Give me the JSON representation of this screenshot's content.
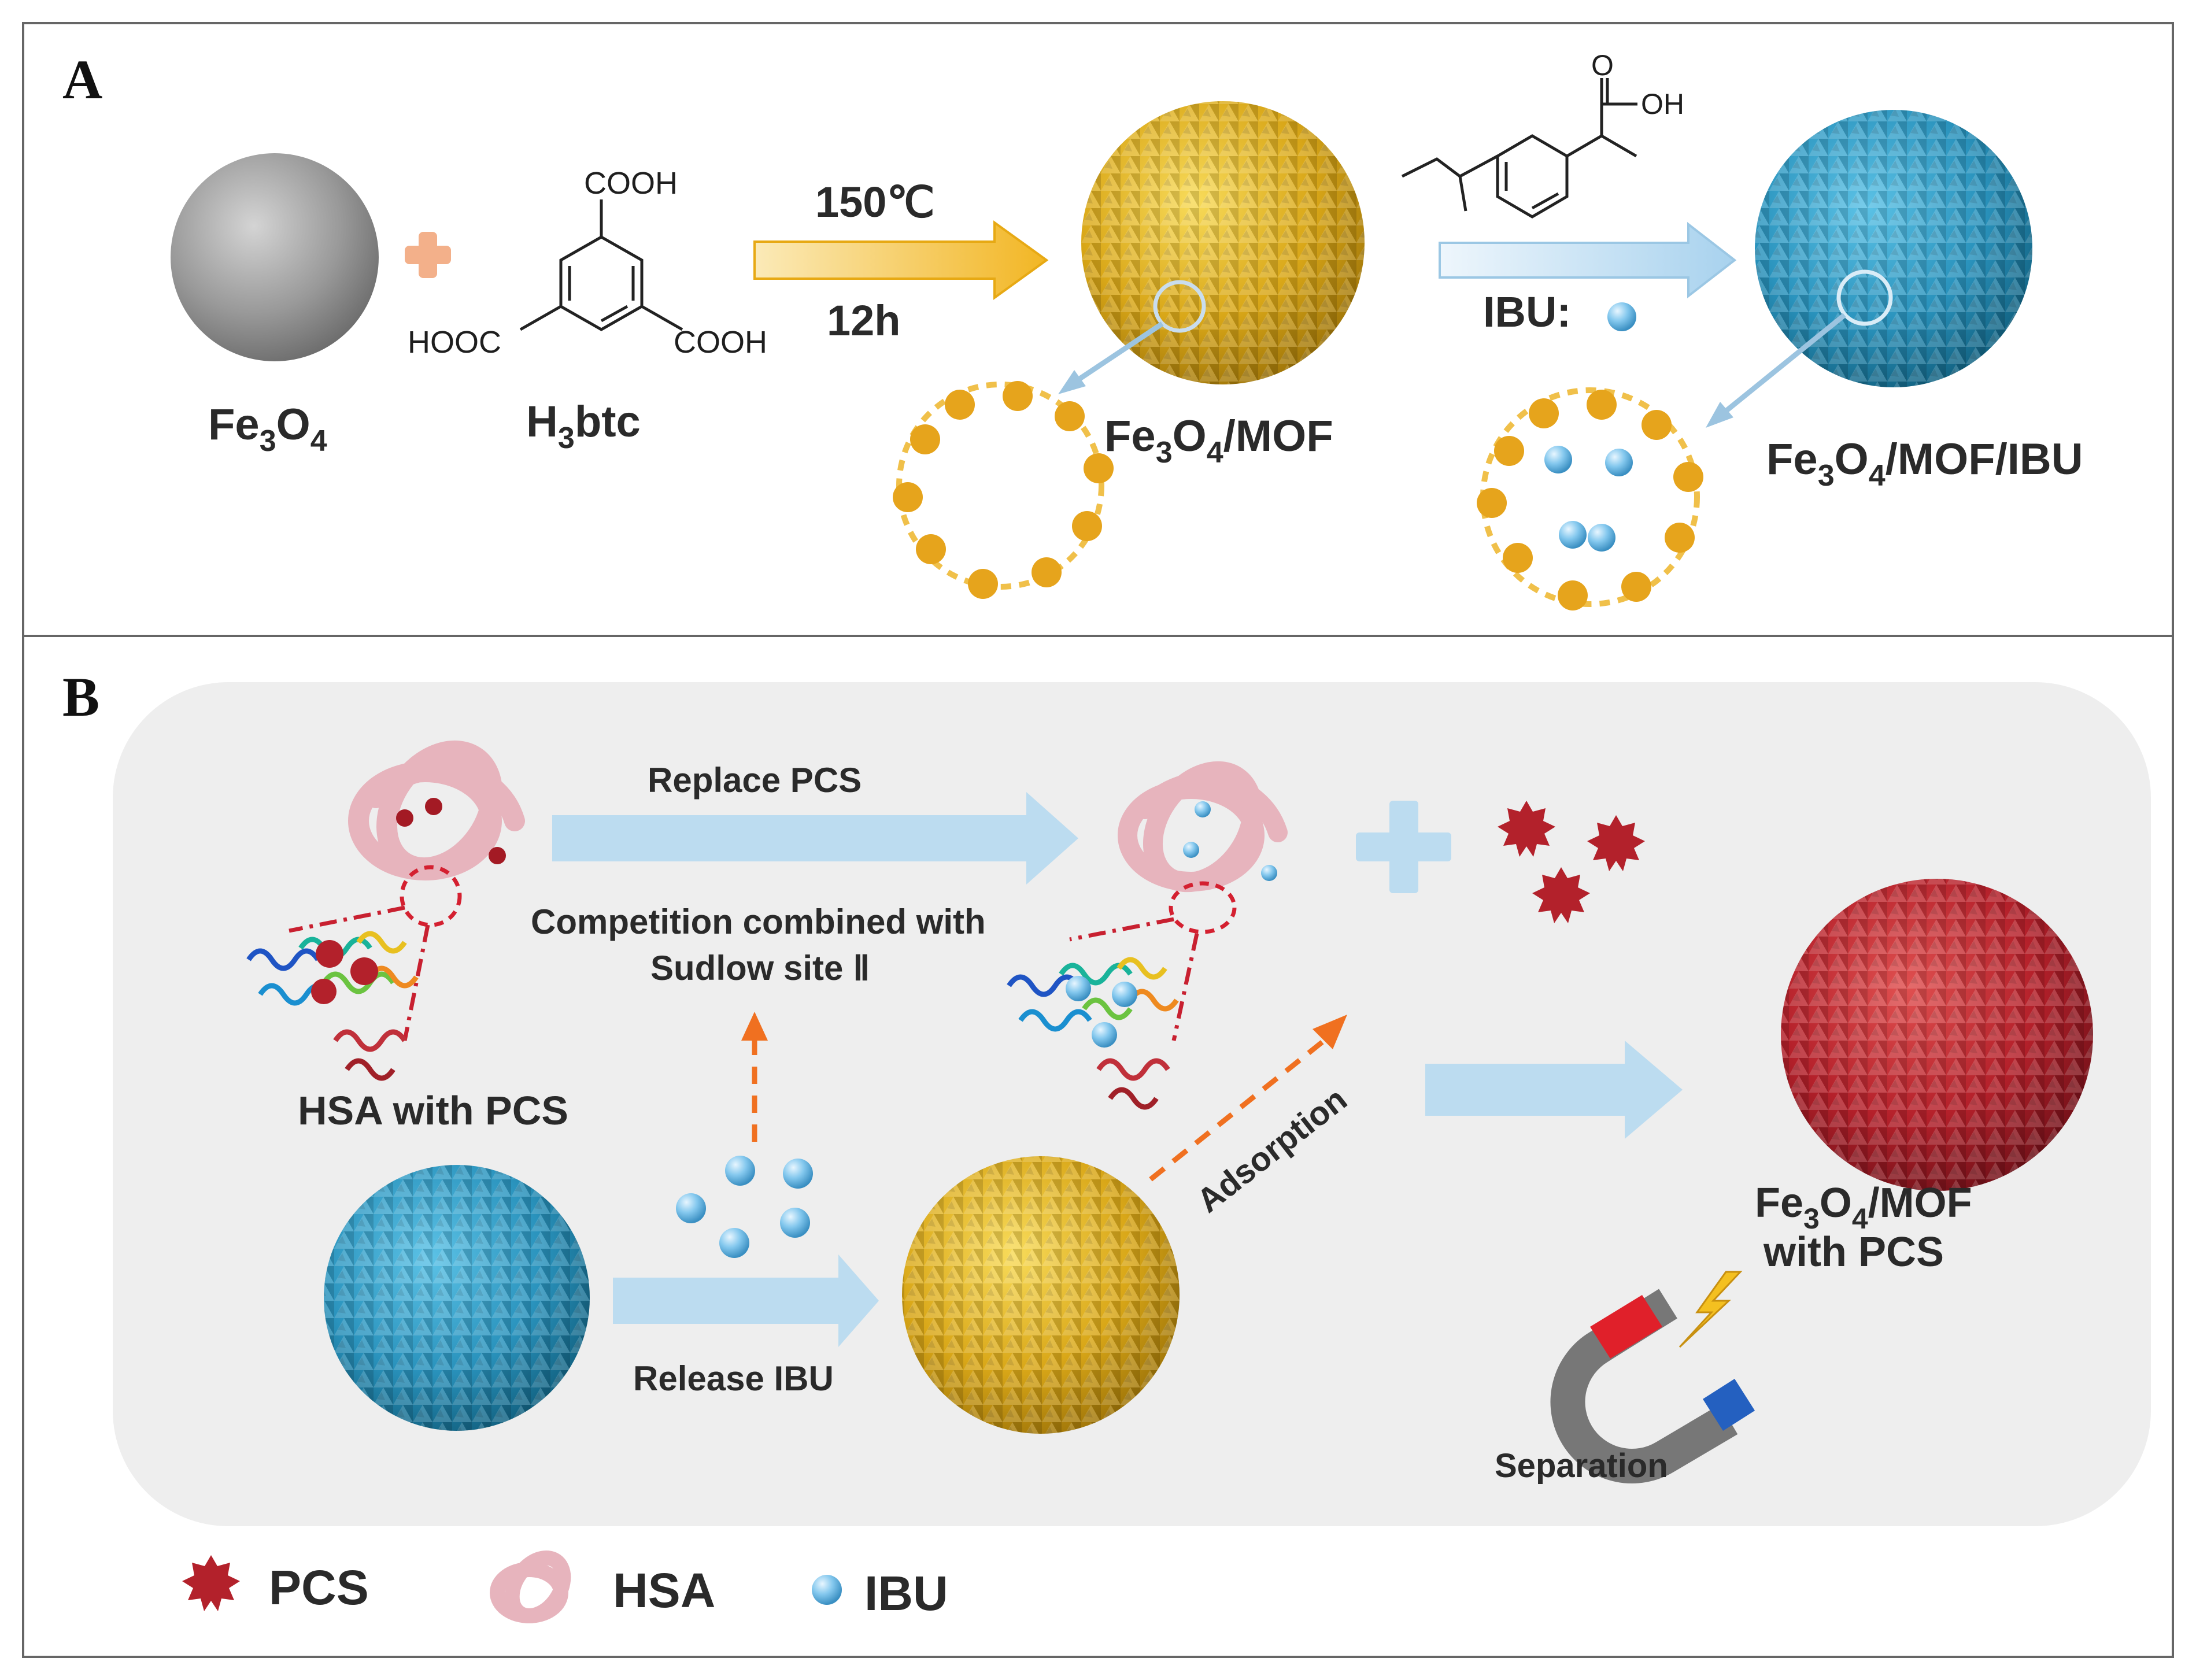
{
  "panels": {
    "a": {
      "letter": "A"
    },
    "b": {
      "letter": "B"
    }
  },
  "panel_a": {
    "fe3o4_label": {
      "base": "Fe",
      "sub1": "3",
      "mid": "O",
      "sub2": "4"
    },
    "h3btc_label": {
      "base": "H",
      "sub": "3",
      "rest": "btc"
    },
    "h3btc_groups": {
      "top": "COOH",
      "left": "HOOC",
      "right": "COOH"
    },
    "step1": {
      "temperature": "150℃",
      "time": "12h"
    },
    "mof_label": {
      "base": "Fe",
      "sub1": "3",
      "mid": "O",
      "sub2": "4",
      "rest": "/MOF"
    },
    "ibu_molecule": {
      "carbonyl_o": "O",
      "hydroxyl": "OH"
    },
    "ibu_key": "IBU:",
    "mof_ibu_label": {
      "base": "Fe",
      "sub1": "3",
      "mid": "O",
      "sub2": "4",
      "rest": "/MOF/IBU"
    }
  },
  "panel_b": {
    "replace_label": "Replace  PCS",
    "competition_line1": "Competition combined with",
    "competition_line2": "Sudlow site Ⅱ",
    "hsa_with_pcs": "HSA with PCS",
    "release_ibu": "Release IBU",
    "adsorption": "Adsorption",
    "product_label": {
      "base": "Fe",
      "sub1": "3",
      "mid": "O",
      "sub2": "4",
      "rest": "/MOF",
      "line2": "with PCS"
    },
    "separation": "Separation"
  },
  "legend": [
    {
      "icon": "pcs",
      "label": "PCS"
    },
    {
      "icon": "hsa",
      "label": "HSA"
    },
    {
      "icon": "ibu",
      "label": "IBU"
    }
  ],
  "colors": {
    "fe3o4": "#8c8c8c",
    "mof_gold": "#e3b21c",
    "mof_ibu_blue": "#2a9bc4",
    "pcs_red": "#b3212b",
    "hsa_pink": "#eebcc3",
    "ibu_blue": "#7ec3e8",
    "arrow_blue": "#bcdcf0",
    "arrow_gold": "#f0b929",
    "dashed_orange": "#f07020",
    "dashed_red": "#d42030"
  }
}
